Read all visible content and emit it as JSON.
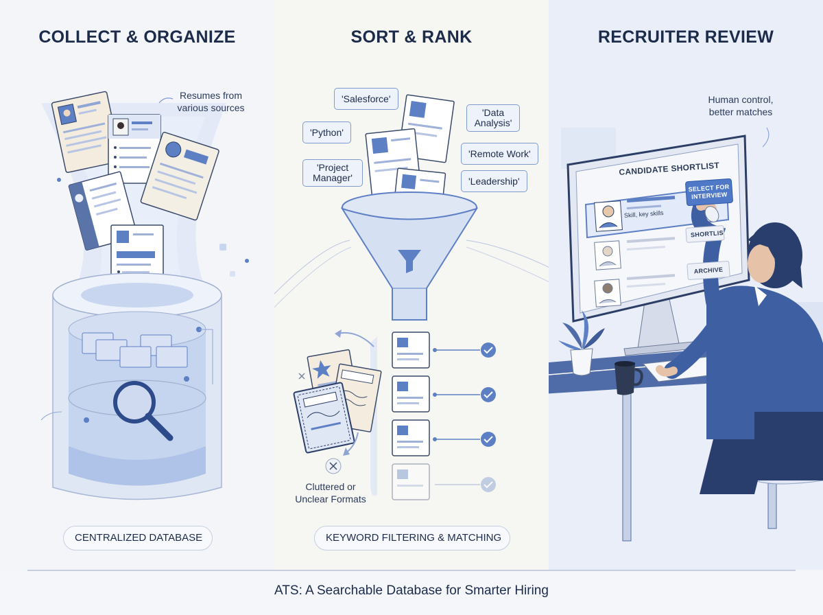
{
  "collect": {
    "title": "COLLECT & ORGANIZE",
    "note": "Resumes from various sources",
    "pill": "CENTRALIZED DATABASE"
  },
  "sort": {
    "title": "SORT & RANK",
    "tags": {
      "salesforce": "'Salesforce'",
      "data_analysis": "'Data Analysis'",
      "python": "'Python'",
      "remote_work": "'Remote Work'",
      "project_manager": "'Project Manager'",
      "leadership": "'Leadership'"
    },
    "rejected_label": "Cluttered or Unclear Formats",
    "pill": "KEYWORD FILTERING & MATCHING"
  },
  "review": {
    "title": "RECRUITER REVIEW",
    "note": "Human control, better matches",
    "screen_title": "CANDIDATE SHORTLIST",
    "select_button": "SELECT FOR INTERVIEW",
    "shortlist_button": "SHORTLIST",
    "archive_button": "ARCHIVE",
    "candidate_skills": "Skill, key skills"
  },
  "footer": "ATS: A Searchable Database for Smarter Hiring",
  "colors": {
    "navy": "#1c2b4a",
    "accent_blue": "#4f79c7",
    "light_blue": "#c9d6f0",
    "panel_left": "#f3f5f9",
    "panel_mid": "#f6f6f2",
    "panel_right": "#e9eef8"
  },
  "icons": [
    "user-icon",
    "magnifier-icon",
    "filter-icon",
    "check-icon",
    "close-icon",
    "arrow-icon",
    "plant-icon",
    "mug-icon",
    "mouse-icon"
  ]
}
